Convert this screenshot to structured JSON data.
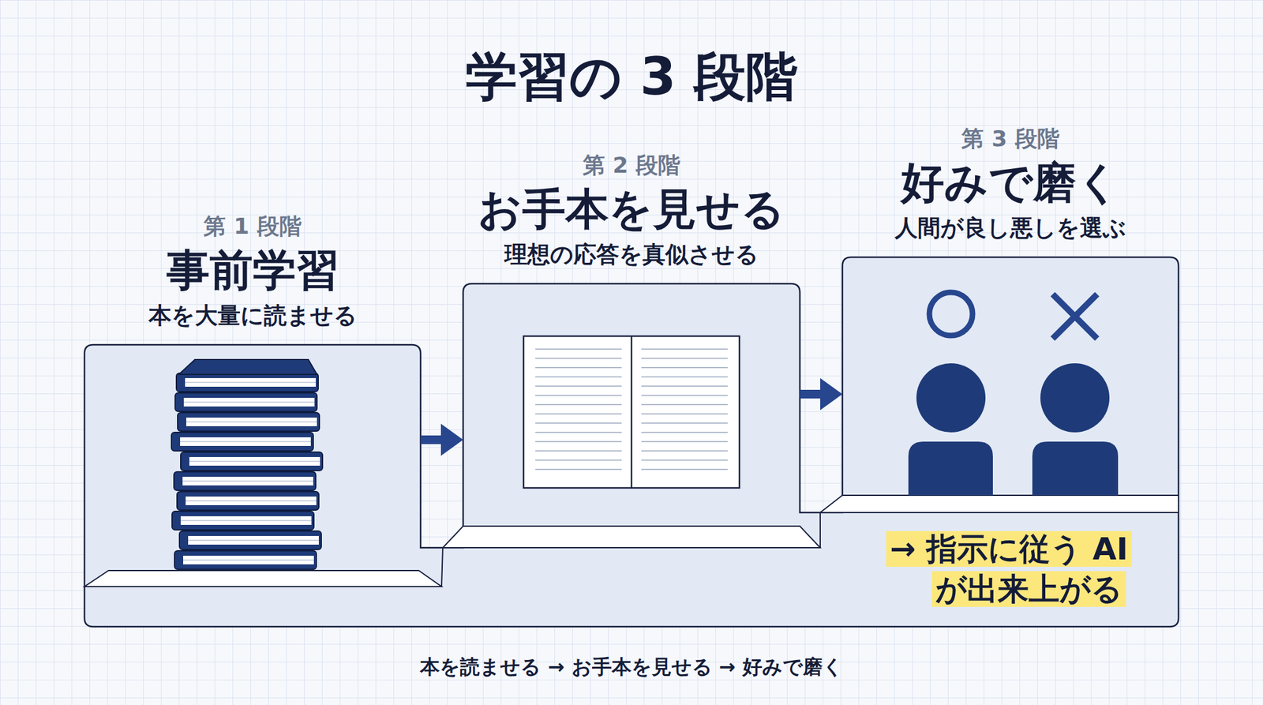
{
  "diagram": {
    "title": "学習の 3 段階",
    "caption": "本を読ませる → お手本を見せる → 好みで磨く",
    "nodes": [
      {
        "text": [
          "第 1 段階",
          "事前学習",
          "本を大量に読ませる"
        ]
      },
      {
        "text": [
          "第 2 段階",
          "お手本を見せる",
          "理想の応答を真似させる"
        ]
      },
      {
        "text": [
          "第 3 段階",
          "好みで磨く",
          "人間が良し悪しを選ぶ"
        ]
      }
    ],
    "edges": [
      {
        "from": 0,
        "to": 1,
        "arrow": "to"
      },
      {
        "from": 1,
        "to": 2,
        "arrow": "to"
      }
    ],
    "labels": [
      "→ 指示に従う AI が出来上がる"
    ]
  }
}
